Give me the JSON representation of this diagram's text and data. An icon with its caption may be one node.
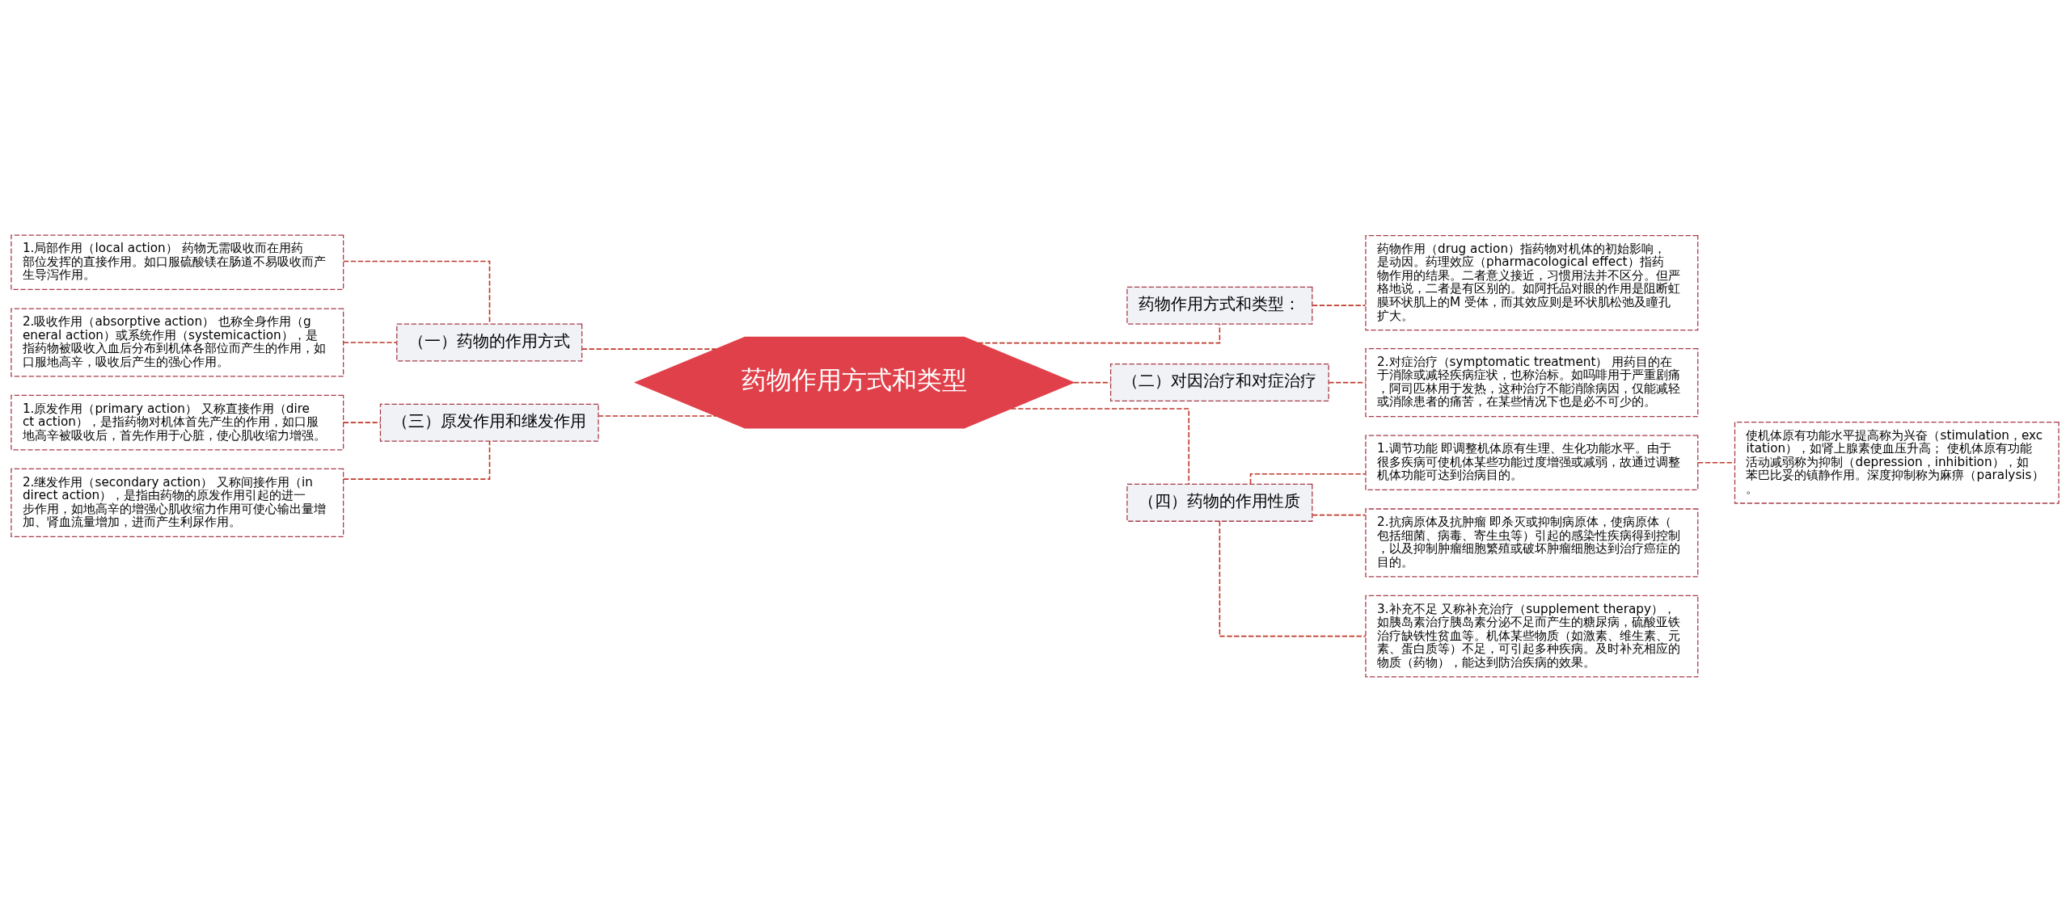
{
  "diagram": {
    "nodes": [
      {
        "text": [
          "药物作用方式和类型"
        ]
      },
      {
        "text": [
          "药物作用方式和类型："
        ]
      },
      {
        "text": [
          "药物作用（drug action）指药物对机体的初始影响，是动因。药理效应（pharmacological effect）指药物作用的结果。二者意义接近，习惯用法并不区分。但严格地说，二者是有区别的。如阿托品对眼的作用是阻断虹膜环状肌上的M 受体，而其效应则是环状肌松弛及瞳孔扩大。"
        ]
      },
      {
        "text": [
          "（二）对因治疗和对症治疗"
        ]
      },
      {
        "text": [
          "2.对症治疗（symptomatic treatment） 用药目的在于消除或减轻疾病症状，也称治标。如吗啡用于严重剧痛，阿司匹林用于发热，这种治疗不能消除病因，仅能减轻或消除患者的痛苦，在某些情况下也是必不可少的。"
        ]
      },
      {
        "text": [
          "（四）药物的作用性质"
        ]
      },
      {
        "text": [
          "1.调节功能 即调整机体原有生理、生化功能水平。由于很多疾病可使机体某些功能过度增强或减弱，故通过调整机体功能可达到治病目的。"
        ]
      },
      {
        "text": [
          "使机体原有功能水平提高称为兴奋（stimulation，excitation），如肾上腺素使血压升高； 使机体原有功能活动减弱称为抑制（depression，inhibition），如苯巴比妥的镇静作用。深度抑制称为麻痹（paralysis）。"
        ]
      },
      {
        "text": [
          "2.抗病原体及抗肿瘤 即杀灭或抑制病原体，使病原体（包括细菌、病毒、寄生虫等）引起的感染性疾病得到控制，以及抑制肿瘤细胞繁殖或破坏肿瘤细胞达到治疗癌症的目的。"
        ]
      },
      {
        "text": [
          "3.补充不足 又称补充治疗（supplement therapy），如胰岛素治疗胰岛素分泌不足而产生的糖尿病，硫酸亚铁治疗缺铁性贫血等。机体某些物质（如激素、维生素、元素、蛋白质等）不足，可引起多种疾病。及时补充相应的物质（药物），能达到防治疾病的效果。"
        ]
      },
      {
        "text": [
          "（一）药物的作用方式"
        ]
      },
      {
        "text": [
          "1.局部作用（local action） 药物无需吸收而在用药部位发挥的直接作用。如口服硫酸镁在肠道不易吸收而产生导泻作用。"
        ]
      },
      {
        "text": [
          "2.吸收作用（absorptive action） 也称全身作用（general action）或系统作用（systemicaction），是指药物被吸收入血后分布到机体各部位而产生的作用，如口服地高辛，吸收后产生的强心作用。"
        ]
      },
      {
        "text": [
          "（三）原发作用和继发作用"
        ]
      },
      {
        "text": [
          "1.原发作用（primary action） 又称直接作用（direct action），是指药物对机体首先产生的作用，如口服地高辛被吸收后，首先作用于心脏，使心肌收缩力增强。"
        ]
      },
      {
        "text": [
          "2.继发作用（secondary action） 又称间接作用（indirect action），是指由药物的原发作用引起的进一步作用，如地高辛的增强心肌收缩力作用可使心输出量增加、肾血流量增加，进而产生利尿作用。"
        ]
      }
    ],
    "edges": [
      {
        "from": 0,
        "to": 1,
        "arrow": "none"
      },
      {
        "from": 1,
        "to": 2,
        "arrow": "none"
      },
      {
        "from": 0,
        "to": 3,
        "arrow": "none"
      },
      {
        "from": 3,
        "to": 4,
        "arrow": "none"
      },
      {
        "from": 0,
        "to": 5,
        "arrow": "none"
      },
      {
        "from": 5,
        "to": 6,
        "arrow": "none"
      },
      {
        "from": 6,
        "to": 7,
        "arrow": "none"
      },
      {
        "from": 5,
        "to": 8,
        "arrow": "none"
      },
      {
        "from": 5,
        "to": 9,
        "arrow": "none"
      },
      {
        "from": 0,
        "to": 10,
        "arrow": "none"
      },
      {
        "from": 10,
        "to": 11,
        "arrow": "none"
      },
      {
        "from": 10,
        "to": 12,
        "arrow": "none"
      },
      {
        "from": 0,
        "to": 13,
        "arrow": "none"
      },
      {
        "from": 13,
        "to": 14,
        "arrow": "none"
      },
      {
        "from": 13,
        "to": 15,
        "arrow": "none"
      }
    ]
  }
}
